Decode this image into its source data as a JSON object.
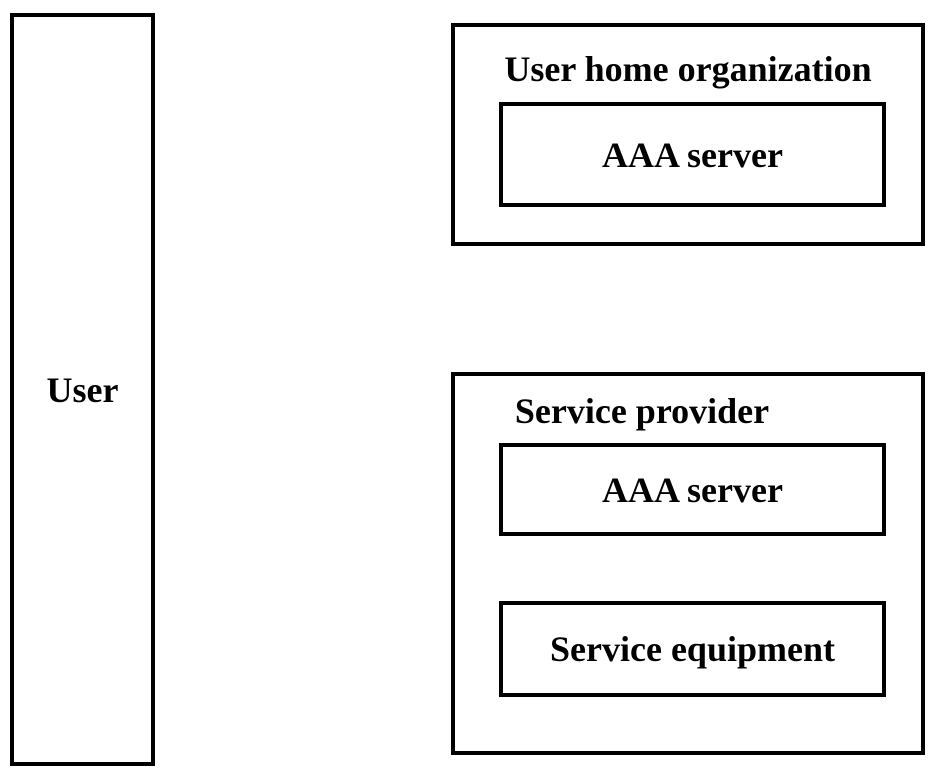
{
  "diagram": {
    "user": {
      "label": "User"
    },
    "home_org": {
      "title": "User home organization",
      "aaa_server": "AAA server"
    },
    "service_provider": {
      "title": "Service provider",
      "aaa_server": "AAA server",
      "service_equipment": "Service equipment"
    },
    "colors": {
      "stroke": "#000000",
      "fill": "#ffffff"
    }
  }
}
